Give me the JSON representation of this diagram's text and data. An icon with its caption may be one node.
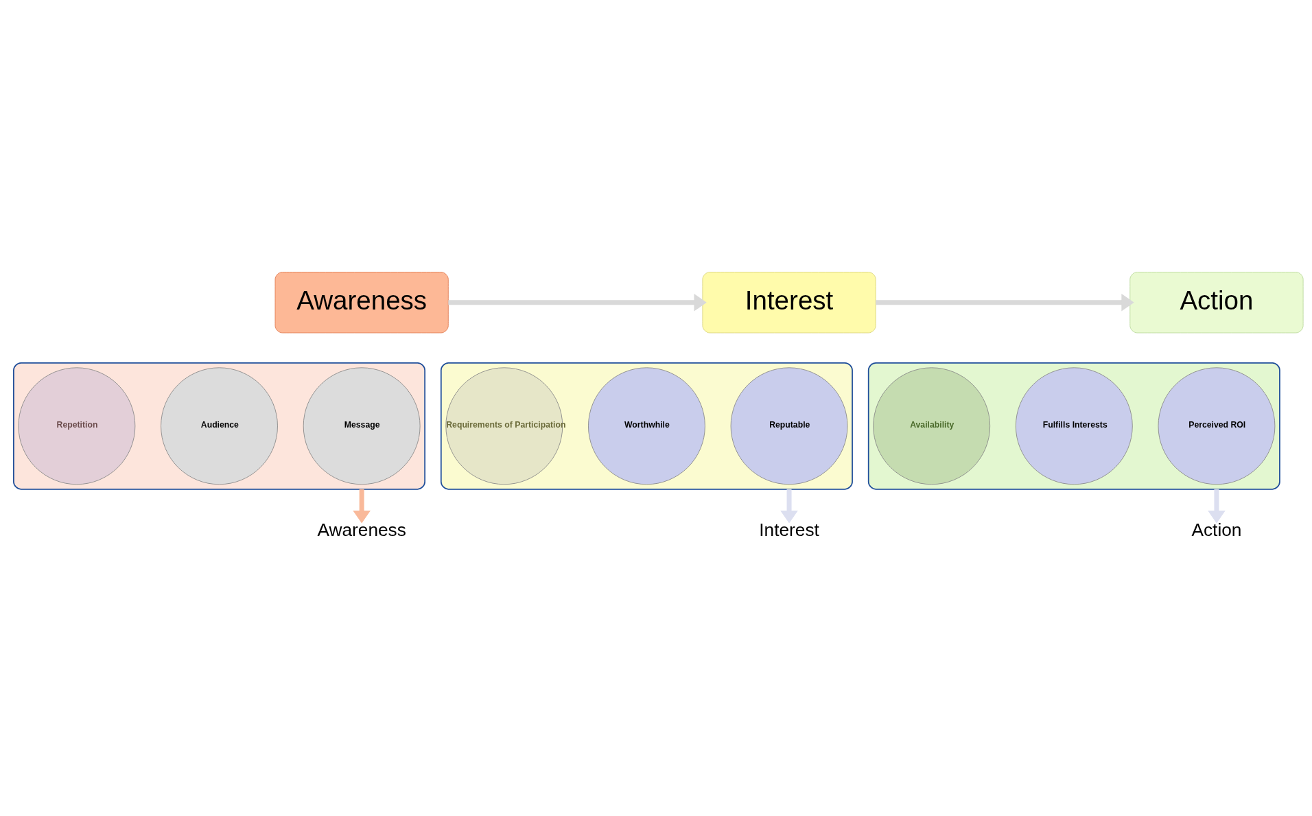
{
  "diagram": {
    "nodes": [
      {
        "text": [
          "Awareness"
        ]
      },
      {
        "text": [
          "Interest"
        ]
      },
      {
        "text": [
          "Action"
        ]
      },
      {
        "text": [],
        "shape": "funnel"
      },
      {
        "text": [
          "Message"
        ],
        "in": 3
      },
      {
        "text": [
          "Audience"
        ],
        "in": 3
      },
      {
        "text": [
          "Repetition"
        ],
        "in": 3
      },
      {
        "text": [
          "Awareness"
        ]
      },
      {
        "text": [],
        "shape": "funnel"
      },
      {
        "text": [
          "Reputable"
        ],
        "in": 8
      },
      {
        "text": [
          "Worthwhile"
        ],
        "in": 8
      },
      {
        "text": [
          "Requirements of Participation"
        ],
        "in": 8
      },
      {
        "text": [
          "Interest"
        ]
      },
      {
        "text": [],
        "shape": "funnel"
      },
      {
        "text": [
          "Perceived ROI"
        ],
        "in": 13
      },
      {
        "text": [
          "Fulfills Interests"
        ],
        "in": 13
      },
      {
        "text": [
          "Availability"
        ],
        "in": 13
      },
      {
        "text": [
          "Action"
        ]
      }
    ],
    "edges": [
      {
        "from": 0,
        "to": 1,
        "arrow": "to",
        "color": "#d9d9d9"
      },
      {
        "from": 1,
        "to": 2,
        "arrow": "to",
        "color": "#d9d9d9"
      },
      {
        "from": 3,
        "to": 7,
        "arrow": "to",
        "color": "#f9b99a"
      },
      {
        "from": 8,
        "to": 12,
        "arrow": "to",
        "color": "#dcdff0"
      },
      {
        "from": 13,
        "to": 17,
        "arrow": "to",
        "color": "#dcdff0"
      }
    ]
  }
}
